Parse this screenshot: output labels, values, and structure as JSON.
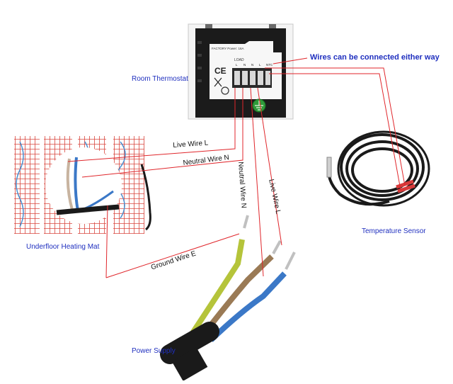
{
  "labels": {
    "room_thermostat": "Room Thermostat",
    "wires_either_way": "Wires can be connected either way",
    "temperature_sensor": "Temperature Sensor",
    "underfloor_mat": "Underfloor Heating Mat",
    "power_supply": "Power Supply",
    "live_wire_l_1": "Live Wire L",
    "neutral_wire_n_1": "Neutral Wire N",
    "neutral_wire_n_2": "Neutral Wire N",
    "live_wire_l_2": "Live Wire L",
    "ground_wire_e": "Ground Wire E"
  },
  "thermostat_terminals": [
    "L",
    "N",
    "N",
    "L",
    "NTC"
  ],
  "thermostat_header_text": "FACTORY  Power: 16A",
  "thermostat_load_text": "LOAD",
  "colors": {
    "guide_line": "#e0262b",
    "label_blue": "#1f2fbf",
    "wire_blue": "#3b78c7",
    "wire_brown": "#9a7a55",
    "wire_yellow_green": "#b5c43a",
    "mat_red": "#d8463d",
    "thermostat_back": "#1b1b1b",
    "cable_black": "#1a1a1a"
  }
}
